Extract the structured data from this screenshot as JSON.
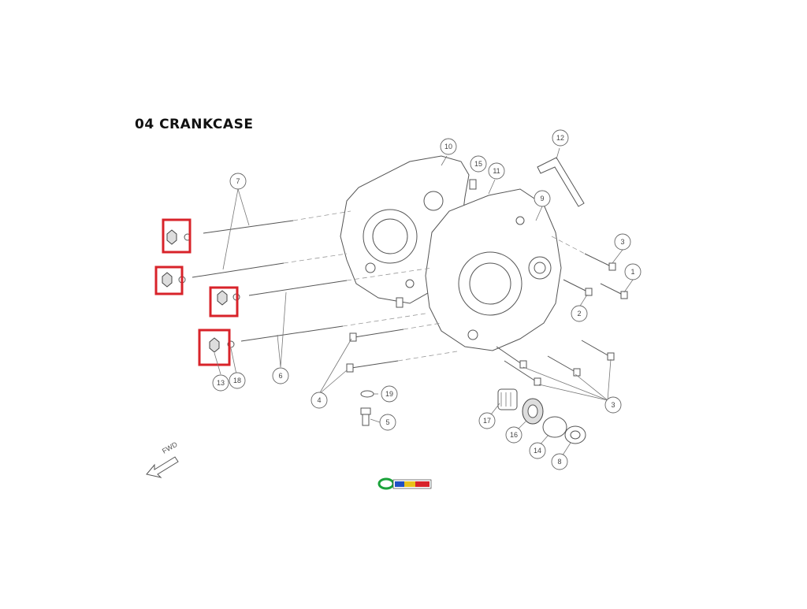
{
  "title": "04 CRANKCASE",
  "fwd_label": "FWD",
  "colors": {
    "highlight": "#d8232a",
    "line": "#555555"
  },
  "callouts": [
    "1",
    "2",
    "3",
    "3",
    "3",
    "4",
    "5",
    "6",
    "7",
    "8",
    "9",
    "10",
    "11",
    "12",
    "13",
    "14",
    "15",
    "16",
    "17",
    "18",
    "19"
  ]
}
